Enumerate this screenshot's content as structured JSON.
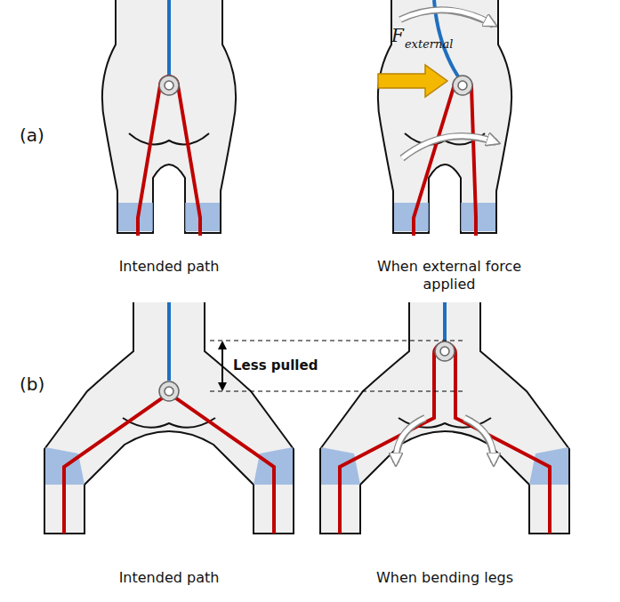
{
  "diagram": {
    "labels": [
      "(a)",
      "F",
      "external",
      "Intended path",
      "When external force applied",
      "(b)",
      "Less pulled",
      "Intended path",
      "When bending legs"
    ]
  }
}
